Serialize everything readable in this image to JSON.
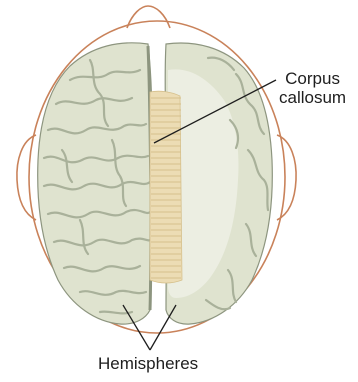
{
  "labels": {
    "corpus_callosum_line1": "Corpus",
    "corpus_callosum_line2": "callosum",
    "hemispheres": "Hemispheres"
  },
  "colors": {
    "head_outline": "#c9825a",
    "brain_fill": "#dfe3cf",
    "brain_fold": "#a9b19a",
    "brain_shadow": "#8d957f",
    "inner_fill": "#eceee2",
    "corpus_fill": "#ecdcb4",
    "corpus_stripe": "#d6c08c",
    "leader_line": "#1e1e1e"
  }
}
